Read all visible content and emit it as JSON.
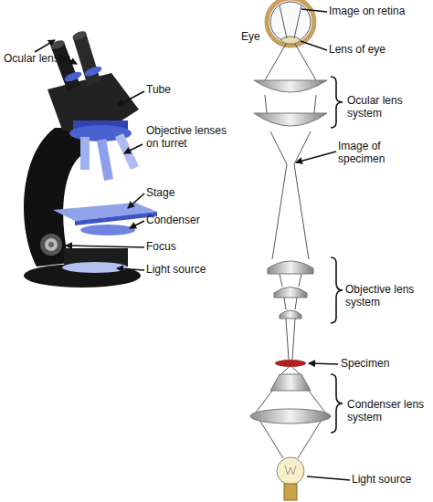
{
  "diagram": {
    "labels": [
      "Ocular lenses",
      "Tube",
      "Objective lenses on turret",
      "Stage",
      "Condenser",
      "Focus",
      "Light source",
      "Eye",
      "Image on retina",
      "Lens of eye",
      "Ocular lens system",
      "Image of specimen",
      "Objective lens system",
      "Specimen",
      "Condenser lens system",
      "Light source"
    ]
  }
}
